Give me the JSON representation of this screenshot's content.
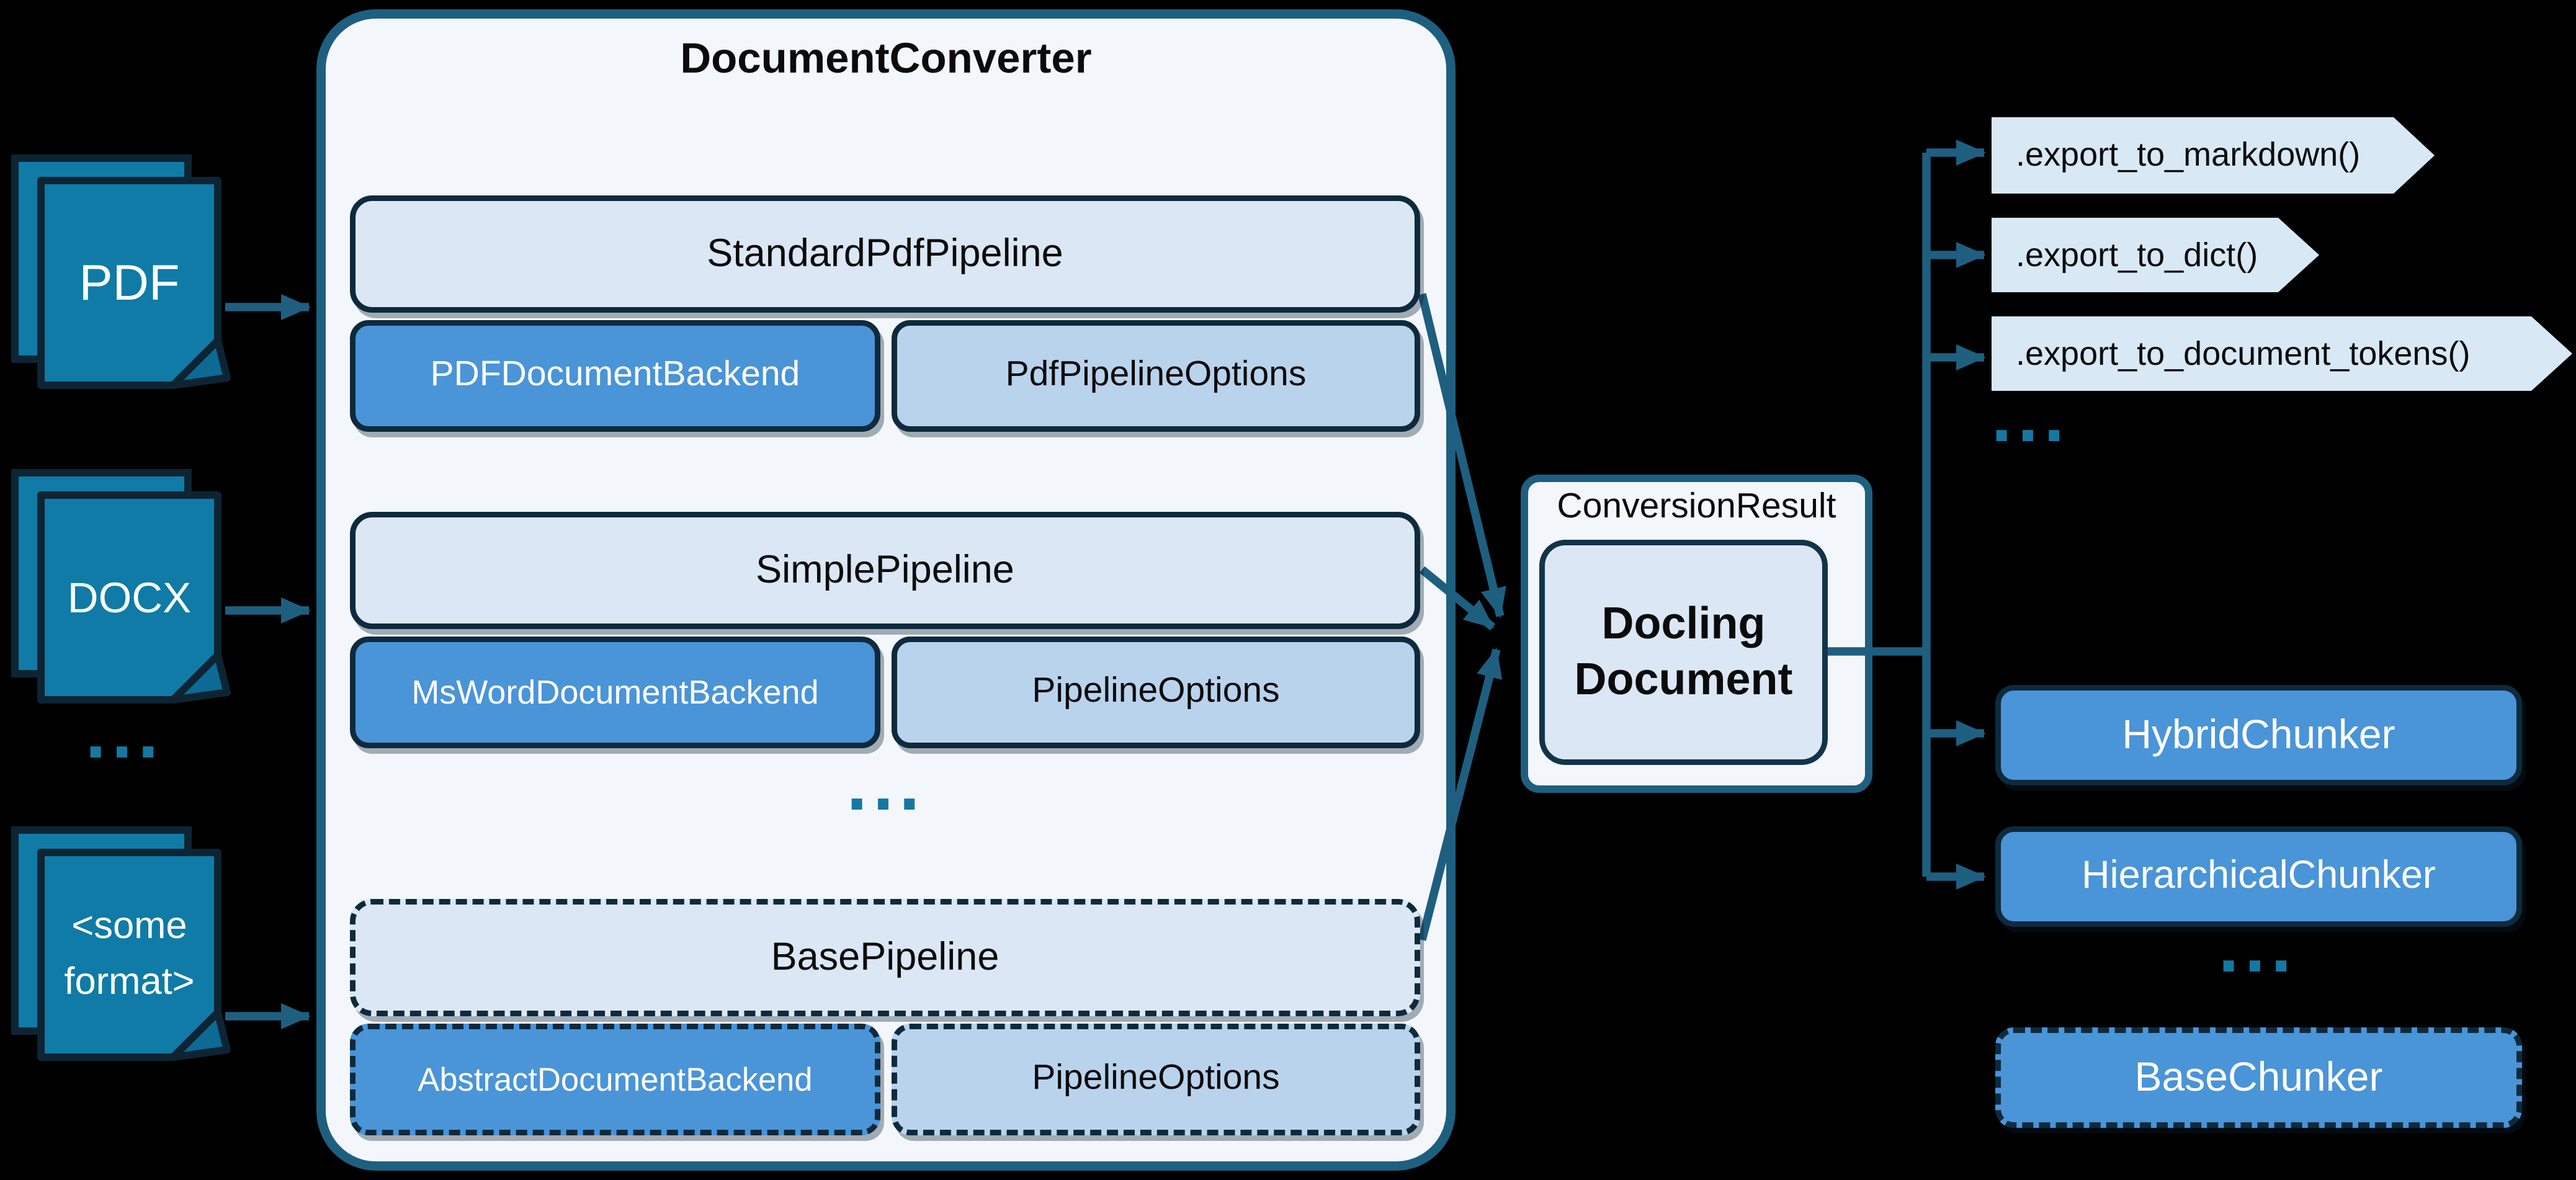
{
  "colors": {
    "background": "#000000",
    "accent_line": "#1e5f80",
    "container_fill": "#f3f7fc",
    "node_border": "#0e2a3d",
    "light_node_fill": "#dbe7f4",
    "medium_node_fill": "#4a94d8",
    "pale_node_fill": "#b9d3ed",
    "document_icon_fill": "#0f7ba6",
    "document_icon_border": "#0d2433",
    "dots": "#1578a2",
    "pennant_fill": "#d9e8f5"
  },
  "formats": {
    "pdf": {
      "label": "PDF"
    },
    "docx": {
      "label": "DOCX"
    },
    "ellipsis": "...",
    "other": {
      "lines": [
        "<some",
        "format>"
      ]
    }
  },
  "converter": {
    "title": "DocumentConverter",
    "pipelines": [
      {
        "name": "StandardPdfPipeline",
        "backend": "PDFDocumentBackend",
        "options": "PdfPipelineOptions"
      },
      {
        "name": "SimplePipeline",
        "backend": "MsWordDocumentBackend",
        "options": "PipelineOptions"
      },
      {
        "name": "BasePipeline",
        "backend": "AbstractDocumentBackend",
        "options": "PipelineOptions"
      }
    ],
    "ellipsis": "..."
  },
  "result": {
    "label": "ConversionResult",
    "document_lines": [
      "Docling",
      "Document"
    ]
  },
  "exports": {
    "items": [
      ".export_to_markdown()",
      ".export_to_dict()",
      ".export_to_document_tokens()"
    ],
    "ellipsis": "..."
  },
  "chunkers": {
    "items": [
      "HybridChunker",
      "HierarchicalChunker"
    ],
    "ellipsis": "...",
    "base": "BaseChunker"
  }
}
